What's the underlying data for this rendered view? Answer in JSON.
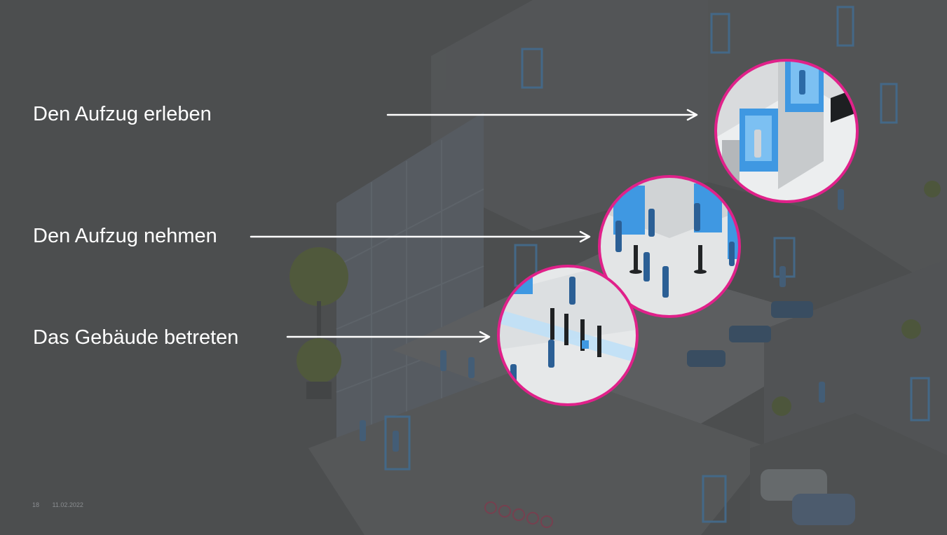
{
  "slide": {
    "labels": [
      "Den Aufzug erleben",
      "Den Aufzug nehmen",
      "Das Gebäude betreten"
    ],
    "footer": {
      "page_number": "18",
      "date": "11.02.2022"
    }
  },
  "colors": {
    "background": "#4c4e4f",
    "callout_ring": "#e0218a",
    "accent_blue": "#2f8fd8",
    "text": "#ffffff"
  },
  "icons": [
    "office-building-isometric-illustration",
    "elevator-callout",
    "lobby-callout",
    "entrance-gate-callout"
  ]
}
